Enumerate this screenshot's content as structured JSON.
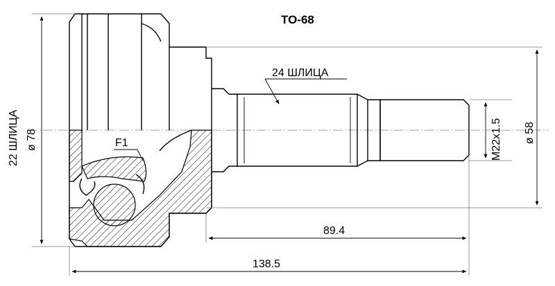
{
  "title": "TO-68",
  "labels": {
    "outer_splines": "22 ШЛИЦА",
    "outer_diameter": "ø 78",
    "inner_splines": "24 ШЛИЦА",
    "thread": "M22x1.5",
    "seal_diameter": "ø 58",
    "feature": "F1",
    "shaft_length": "89.4",
    "overall_length": "138.5"
  }
}
